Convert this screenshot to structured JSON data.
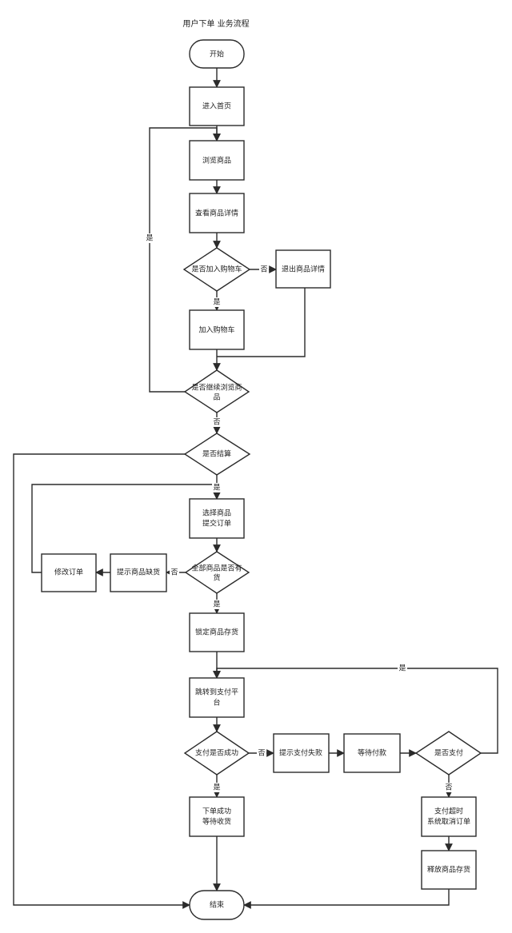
{
  "title": "用户下单 业务流程",
  "nodes": {
    "start": "开始",
    "home": "进入首页",
    "browse": "浏览商品",
    "detail": "查看商品详情",
    "add_q": "是否加入购物车",
    "exit_detail": "退出商品详情",
    "add_cart": "加入购物车",
    "continue_q": [
      "是否继续浏览商",
      "品"
    ],
    "checkout_q": "是否结算",
    "select": [
      "选择商品",
      "提交订单"
    ],
    "stock_q": [
      "全部商品是否有",
      "货"
    ],
    "out_of_stock": "提示商品缺货",
    "modify": "修改订单",
    "lock": "锁定商品存货",
    "jump_pay": [
      "跳转到支付平",
      "台"
    ],
    "pay_ok_q": "支付是否成功",
    "pay_fail": "提示支付失败",
    "wait_pay": "等待付款",
    "paid_q": "是否支付",
    "timeout": [
      "支付超时",
      "系统取消订单"
    ],
    "release": "释放商品存货",
    "order_ok": [
      "下单成功",
      "等待收货"
    ],
    "end": "结束"
  },
  "edge_labels": {
    "add_no": "否",
    "add_yes": "是",
    "continue_yes": "是",
    "continue_no": "否",
    "checkout_yes": "是",
    "stock_no": "否",
    "stock_yes": "是",
    "paid_yes": "是",
    "pay_ok_no": "否",
    "pay_ok_yes": "是",
    "paid_no": "否"
  }
}
